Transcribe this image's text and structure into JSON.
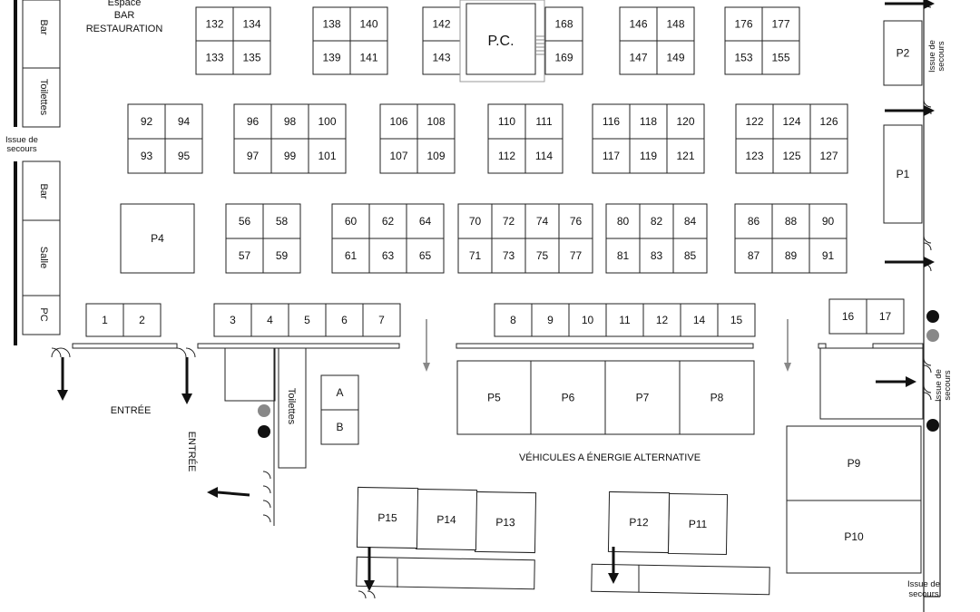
{
  "labels": {
    "espace": "Espace",
    "bar_restauration": "BAR",
    "restauration": "RESTAURATION",
    "pc_main": "P.C.",
    "issue_left_1": "Issue de",
    "issue_left_2": "secours",
    "entree_1": "ENTRÉE",
    "entree_2": "ENTRÉE",
    "vehicules": "VÉHICULES A ÉNERGIE ALTERNATIVE",
    "issue_right_top_1": "Issue de",
    "issue_right_top_2": "secours",
    "issue_right_mid_1": "Issue de",
    "issue_right_mid_2": "secours",
    "issue_bottom_1": "Issue de",
    "issue_bottom_2": "secours",
    "toilettes_center": "Toilettes"
  },
  "left_strip": [
    "Bar",
    "Toilettes",
    "Bar",
    "Salle",
    "PC"
  ],
  "booths": {
    "row1": [
      "132",
      "134",
      "133",
      "135",
      "138",
      "140",
      "139",
      "141",
      "142",
      "143",
      "168",
      "169",
      "146",
      "148",
      "147",
      "149",
      "176",
      "177",
      "153",
      "155"
    ],
    "row2": [
      "92",
      "94",
      "93",
      "95",
      "96",
      "98",
      "100",
      "97",
      "99",
      "101",
      "106",
      "108",
      "107",
      "109",
      "110",
      "111",
      "112",
      "114",
      "116",
      "118",
      "120",
      "117",
      "119",
      "121",
      "122",
      "124",
      "126",
      "123",
      "125",
      "127"
    ],
    "row3": [
      "56",
      "58",
      "57",
      "59",
      "60",
      "62",
      "64",
      "61",
      "63",
      "65",
      "70",
      "72",
      "74",
      "76",
      "71",
      "73",
      "75",
      "77",
      "80",
      "82",
      "84",
      "81",
      "83",
      "85",
      "86",
      "88",
      "90",
      "87",
      "89",
      "91"
    ],
    "row4": [
      "1",
      "2",
      "3",
      "4",
      "5",
      "6",
      "7",
      "8",
      "9",
      "10",
      "11",
      "12",
      "14",
      "15",
      "16",
      "17"
    ],
    "ab": [
      "A",
      "B"
    ]
  },
  "parkings": [
    "P1",
    "P2",
    "P4",
    "P5",
    "P6",
    "P7",
    "P8",
    "P9",
    "P10",
    "P11",
    "P12",
    "P13",
    "P14",
    "P15"
  ]
}
